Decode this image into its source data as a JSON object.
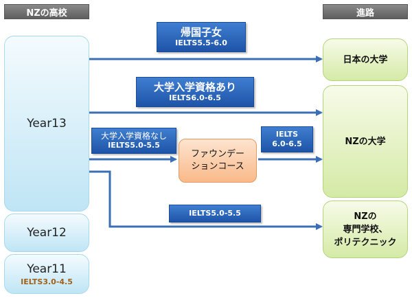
{
  "headers": {
    "left": "NZの高校",
    "right": "進路"
  },
  "years": {
    "year13": "Year13",
    "year12": "Year12",
    "year11": "Year11",
    "year11_sub": "IELTS3.0-4.5"
  },
  "destinations": {
    "japan_univ": "日本の大学",
    "nz_univ": "NZの大学",
    "nz_poly_line1": "NZの",
    "nz_poly_line2": "専門学校、",
    "nz_poly_line3": "ポリテクニック"
  },
  "labels": {
    "returnee_title": "帰国子女",
    "returnee_sub": "IELTS5.5-6.0",
    "qualified_title": "大学入学資格あり",
    "qualified_sub": "IELTS6.0-6.5",
    "unqualified_title": "大学入学資格なし",
    "unqualified_sub": "IELTS5.0-5.5",
    "ielts_title": "IELTS",
    "ielts_sub": "6.0-6.5",
    "poly_sub": "IELTS5.0-5.5"
  },
  "foundation": {
    "line1": "ファウンデー",
    "line2": "ションコース"
  },
  "colors": {
    "arrow": "#3a6fb4",
    "label_bg": "#2a62b8",
    "year_bg": "#d4eef9",
    "dest_bg": "#e4f2c6",
    "foundation_bg": "#fbcaa3"
  }
}
